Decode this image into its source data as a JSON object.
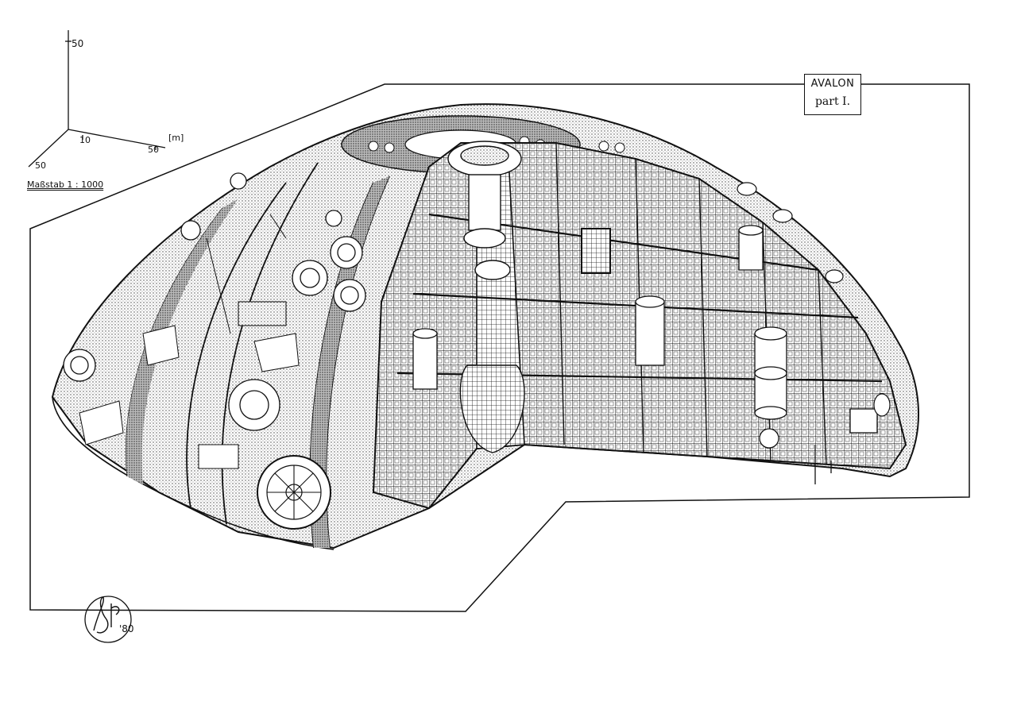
{
  "axes": {
    "z_tick": "50",
    "x_tick_10": "10",
    "x_tick_50": "50",
    "unit": "[m]",
    "y_tick": "50"
  },
  "scale_label": "Maßstab 1 : 1000",
  "title": {
    "line1": "AVALON",
    "line2": "part I."
  },
  "signature": {
    "year": "'80"
  },
  "colors": {
    "ink": "#111111",
    "paper": "#ffffff",
    "shade": "#9a9a9a"
  }
}
